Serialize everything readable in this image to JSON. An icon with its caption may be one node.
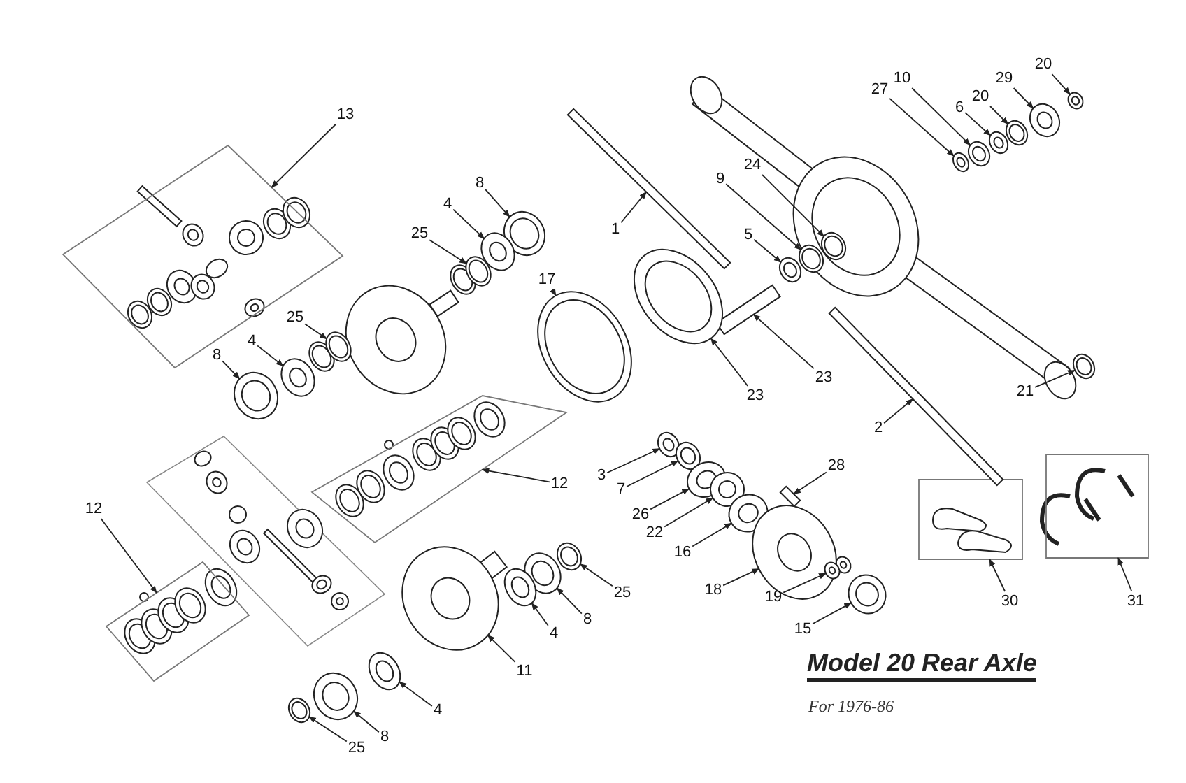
{
  "diagram": {
    "title": "Model 20 Rear Axle",
    "caption": "For 1976-86",
    "nodes": [
      {
        "text": [
          "13"
        ]
      },
      {
        "text": [],
        "shape": "box"
      },
      {
        "text": [
          "20"
        ]
      },
      {
        "text": [
          "10"
        ]
      },
      {
        "text": [
          "29"
        ]
      },
      {
        "text": [
          "27"
        ]
      },
      {
        "text": [
          "20"
        ]
      },
      {
        "text": [
          "6"
        ]
      },
      {
        "text": [
          "9"
        ]
      },
      {
        "text": [
          "24"
        ]
      },
      {
        "text": [
          "8"
        ]
      },
      {
        "text": [
          "4"
        ]
      },
      {
        "text": [
          "1"
        ]
      },
      {
        "text": [
          "5"
        ]
      },
      {
        "text": [
          "25"
        ]
      },
      {
        "text": [
          "17"
        ]
      },
      {
        "text": [
          "25"
        ]
      },
      {
        "text": [
          "4"
        ]
      },
      {
        "text": [
          "8"
        ]
      },
      {
        "text": [
          "23"
        ]
      },
      {
        "text": [
          "21"
        ]
      },
      {
        "text": [
          "23"
        ]
      },
      {
        "text": [
          "2"
        ]
      },
      {
        "text": [
          "12"
        ]
      },
      {
        "text": [],
        "shape": "box"
      },
      {
        "text": [
          "3"
        ]
      },
      {
        "text": [
          "28"
        ]
      },
      {
        "text": [
          "7"
        ]
      },
      {
        "text": [
          "12"
        ]
      },
      {
        "text": [],
        "shape": "box"
      },
      {
        "text": [
          "26"
        ]
      },
      {
        "text": [
          "22"
        ]
      },
      {
        "text": [
          "16"
        ]
      },
      {
        "text": [
          "18"
        ]
      },
      {
        "text": [
          "25"
        ]
      },
      {
        "text": [
          "19"
        ]
      },
      {
        "text": [
          "30"
        ]
      },
      {
        "text": [],
        "shape": "box"
      },
      {
        "text": [
          "31"
        ]
      },
      {
        "text": [],
        "shape": "box"
      },
      {
        "text": [
          "8"
        ]
      },
      {
        "text": [
          "15"
        ]
      },
      {
        "text": [
          "4"
        ]
      },
      {
        "text": [
          "11"
        ]
      },
      {
        "text": [
          "4"
        ]
      },
      {
        "text": [
          "8"
        ]
      },
      {
        "text": [
          "25"
        ]
      },
      {
        "text": [],
        "shape": "picture"
      },
      {
        "text": [],
        "shape": "picture"
      },
      {
        "text": [],
        "shape": "picture"
      },
      {
        "text": [],
        "shape": "picture"
      },
      {
        "text": [],
        "shape": "picture"
      },
      {
        "text": [],
        "shape": "picture"
      },
      {
        "text": [],
        "shape": "picture"
      },
      {
        "text": [],
        "shape": "picture"
      },
      {
        "text": [],
        "shape": "picture"
      },
      {
        "text": [],
        "shape": "picture"
      },
      {
        "text": [],
        "shape": "picture"
      },
      {
        "text": [],
        "shape": "picture"
      },
      {
        "text": [],
        "shape": "picture"
      },
      {
        "text": [],
        "shape": "picture"
      },
      {
        "text": [],
        "shape": "picture"
      },
      {
        "text": [],
        "shape": "picture"
      },
      {
        "text": [],
        "shape": "picture"
      },
      {
        "text": [],
        "shape": "picture"
      },
      {
        "text": [],
        "shape": "picture"
      },
      {
        "text": [],
        "shape": "picture"
      },
      {
        "text": [],
        "shape": "picture"
      },
      {
        "text": [],
        "shape": "picture"
      },
      {
        "text": [],
        "shape": "picture"
      },
      {
        "text": [],
        "shape": "picture"
      },
      {
        "text": [],
        "shape": "picture"
      },
      {
        "text": [],
        "shape": "picture"
      },
      {
        "text": [],
        "shape": "picture"
      },
      {
        "text": [],
        "shape": "picture"
      },
      {
        "text": [],
        "shape": "picture"
      },
      {
        "text": [],
        "shape": "picture"
      },
      {
        "text": [],
        "shape": "picture"
      },
      {
        "text": [],
        "shape": "picture"
      },
      {
        "text": [],
        "shape": "picture"
      },
      {
        "text": [],
        "shape": "picture"
      },
      {
        "text": [],
        "shape": "picture"
      },
      {
        "text": [],
        "shape": "picture"
      },
      {
        "text": [],
        "shape": "picture"
      }
    ],
    "edges": [
      {
        "from": 0,
        "to": 1,
        "arrow": "to"
      },
      {
        "from": 2,
        "to": 47,
        "arrow": "to"
      },
      {
        "from": 3,
        "to": 48,
        "arrow": "to"
      },
      {
        "from": 4,
        "to": 49,
        "arrow": "to"
      },
      {
        "from": 5,
        "to": 50,
        "arrow": "to"
      },
      {
        "from": 6,
        "to": 51,
        "arrow": "to"
      },
      {
        "from": 7,
        "to": 52,
        "arrow": "to"
      },
      {
        "from": 8,
        "to": 53,
        "arrow": "to"
      },
      {
        "from": 9,
        "to": 54,
        "arrow": "to"
      },
      {
        "from": 10,
        "to": 55,
        "arrow": "to"
      },
      {
        "from": 11,
        "to": 56,
        "arrow": "to"
      },
      {
        "from": 12,
        "to": 57,
        "arrow": "to"
      },
      {
        "from": 13,
        "to": 58,
        "arrow": "to"
      },
      {
        "from": 14,
        "to": 59,
        "arrow": "to"
      },
      {
        "from": 15,
        "to": 60,
        "arrow": "to"
      },
      {
        "from": 16,
        "to": 61,
        "arrow": "to"
      },
      {
        "from": 17,
        "to": 62,
        "arrow": "to"
      },
      {
        "from": 18,
        "to": 63,
        "arrow": "to"
      },
      {
        "from": 19,
        "to": 64,
        "arrow": "to"
      },
      {
        "from": 20,
        "to": 65,
        "arrow": "to"
      },
      {
        "from": 21,
        "to": 66,
        "arrow": "to"
      },
      {
        "from": 22,
        "to": 67,
        "arrow": "to"
      },
      {
        "from": 23,
        "to": 24,
        "arrow": "to"
      },
      {
        "from": 25,
        "to": 68,
        "arrow": "to"
      },
      {
        "from": 26,
        "to": 69,
        "arrow": "to"
      },
      {
        "from": 27,
        "to": 70,
        "arrow": "to"
      },
      {
        "from": 28,
        "to": 29,
        "arrow": "to"
      },
      {
        "from": 30,
        "to": 71,
        "arrow": "to"
      },
      {
        "from": 31,
        "to": 72,
        "arrow": "to"
      },
      {
        "from": 32,
        "to": 73,
        "arrow": "to"
      },
      {
        "from": 33,
        "to": 74,
        "arrow": "to"
      },
      {
        "from": 34,
        "to": 75,
        "arrow": "to"
      },
      {
        "from": 35,
        "to": 76,
        "arrow": "to"
      },
      {
        "from": 36,
        "to": 37,
        "arrow": "to"
      },
      {
        "from": 38,
        "to": 39,
        "arrow": "to"
      },
      {
        "from": 40,
        "to": 77,
        "arrow": "to"
      },
      {
        "from": 41,
        "to": 78,
        "arrow": "to"
      },
      {
        "from": 42,
        "to": 79,
        "arrow": "to"
      },
      {
        "from": 43,
        "to": 80,
        "arrow": "to"
      },
      {
        "from": 44,
        "to": 81,
        "arrow": "to"
      },
      {
        "from": 45,
        "to": 82,
        "arrow": "to"
      },
      {
        "from": 46,
        "to": 83,
        "arrow": "to"
      }
    ]
  }
}
